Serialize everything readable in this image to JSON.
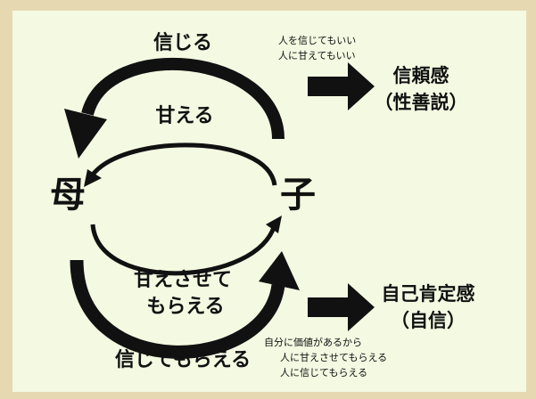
{
  "labels": {
    "shinjiru": "信じる",
    "amaeru": "甘える",
    "haha": "母",
    "ko": "子",
    "amae_sasete_1": "甘えさせて",
    "amae_sasete_2": "もらえる",
    "shinjite_morau": "信じてもらえる"
  },
  "top_note": [
    "人を信じてもいい",
    "人に甘えてもいい"
  ],
  "top_result": [
    "信頼感",
    "（性善説）"
  ],
  "bottom_result": [
    "自己肯定感",
    "（自信）"
  ],
  "bottom_note": [
    "自分に価値があるから",
    "人に甘えさせてもらえる",
    "人に信じてもらえる"
  ]
}
